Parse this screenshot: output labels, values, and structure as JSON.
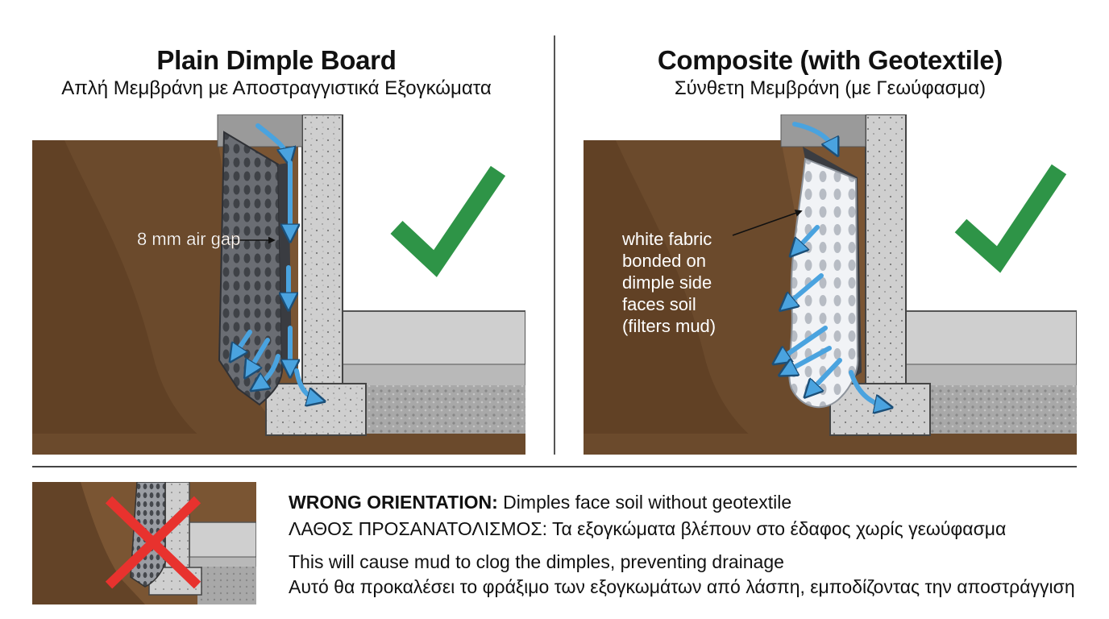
{
  "left": {
    "title": "Plain Dimple Board",
    "subtitle": "Απλή Μεμβράνη με Αποστραγγιστικά Εξογκώματα",
    "callout": "8 mm air gap"
  },
  "right": {
    "title": "Composite (with Geotextile)",
    "subtitle": "Σύνθετη Μεμβράνη (με Γεωύφασμα)",
    "callout_lines": [
      "white fabric",
      "bonded on",
      "dimple side",
      "faces soil",
      "(filters mud)"
    ]
  },
  "warning": {
    "heading": "WRONG ORIENTATION:",
    "heading_rest": " Dimples face soil without geotextile",
    "line2": "ΛΑΘΟΣ ΠΡΟΣΑΝΑΤΟΛΙΣΜΟΣ: Τα εξογκώματα βλέπουν στο έδαφος χωρίς γεωύφασμα",
    "line3": "This will cause mud to clog the dimples, preventing drainage",
    "line4": "Αυτό θα προκαλέσει το φράξιμο των εξογκωμάτων από λάσπη, εμποδίζοντας την αποστράγγιση"
  },
  "colors": {
    "soil": "#7a5533",
    "concrete": "#c8c8c8",
    "membrane": "#5e6168",
    "water_arrow": "#4aa3df",
    "check": "#2e9447",
    "cross": "#e8322e"
  },
  "icons": [
    "checkmark-icon",
    "checkmark-icon",
    "cross-icon"
  ]
}
